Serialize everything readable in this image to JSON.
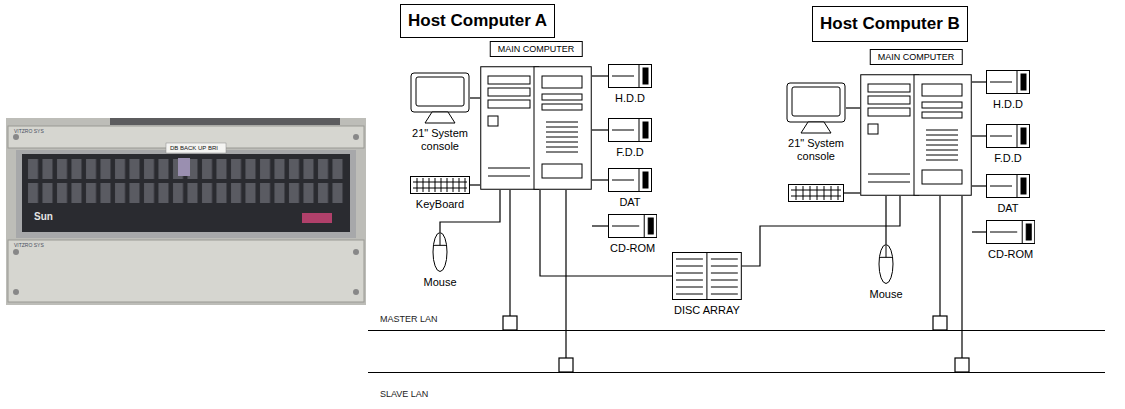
{
  "diagram": {
    "nodes": [
      {
        "text": [
          "Host Computer A"
        ]
      },
      {
        "text": [
          "MAIN COMPUTER"
        ]
      },
      {
        "text": [
          "21\" System console"
        ]
      },
      {
        "text": [
          "KeyBoard"
        ]
      },
      {
        "text": [
          "Mouse"
        ]
      },
      {
        "text": [
          "H.D.D"
        ]
      },
      {
        "text": [
          "F.D.D"
        ]
      },
      {
        "text": [
          "DAT"
        ]
      },
      {
        "text": [
          "CD-ROM"
        ]
      },
      {
        "text": [
          "DISC ARRAY"
        ]
      },
      {
        "text": [
          "Host Computer B"
        ]
      },
      {
        "text": [
          "MAIN COMPUTER"
        ]
      },
      {
        "text": [
          "21\" System console"
        ]
      },
      {
        "text": [
          "Mouse"
        ]
      },
      {
        "text": [
          "H.D.D"
        ]
      },
      {
        "text": [
          "F.D.D"
        ]
      },
      {
        "text": [
          "DAT"
        ]
      },
      {
        "text": [
          "CD-ROM"
        ]
      },
      {
        "text": [
          "MASTER LAN"
        ]
      },
      {
        "text": [
          "SLAVE LAN"
        ]
      }
    ],
    "edges": [
      {
        "from": 1,
        "to": 2,
        "arrow": "none"
      },
      {
        "from": 1,
        "to": 3,
        "arrow": "none"
      },
      {
        "from": 1,
        "to": 4,
        "arrow": "none"
      },
      {
        "from": 1,
        "to": 5,
        "arrow": "none"
      },
      {
        "from": 1,
        "to": 6,
        "arrow": "none"
      },
      {
        "from": 1,
        "to": 7,
        "arrow": "none"
      },
      {
        "from": 1,
        "to": 8,
        "arrow": "none"
      },
      {
        "from": 1,
        "to": 9,
        "arrow": "none"
      },
      {
        "from": 9,
        "to": 11,
        "arrow": "none"
      },
      {
        "from": 11,
        "to": 12,
        "arrow": "none"
      },
      {
        "from": 11,
        "to": 13,
        "arrow": "none"
      },
      {
        "from": 11,
        "to": 14,
        "arrow": "none"
      },
      {
        "from": 11,
        "to": 15,
        "arrow": "none"
      },
      {
        "from": 11,
        "to": 16,
        "arrow": "none"
      },
      {
        "from": 11,
        "to": 17,
        "arrow": "none"
      },
      {
        "from": 1,
        "to": 18,
        "arrow": "none"
      },
      {
        "from": 1,
        "to": 19,
        "arrow": "none"
      },
      {
        "from": 11,
        "to": 18,
        "arrow": "none"
      },
      {
        "from": 11,
        "to": 19,
        "arrow": "none"
      }
    ],
    "labels": [
      "VITZRO SYS",
      "DB BACK UP BRI",
      "Sun",
      "VITZRO SYS"
    ]
  }
}
